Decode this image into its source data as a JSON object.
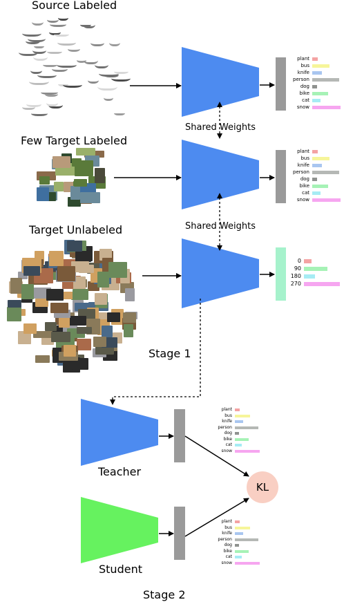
{
  "titles": {
    "source": "Source Labeled",
    "few_target": "Few Target Labeled",
    "target_unlabeled": "Target Unlabeled"
  },
  "shared_weights": [
    "Shared Weights",
    "Shared Weights"
  ],
  "stages": {
    "stage1": "Stage 1",
    "stage2": "Stage 2"
  },
  "networks": {
    "teacher": "Teacher",
    "student": "Student"
  },
  "kl_label": "KL",
  "classes": [
    {
      "name": "plant",
      "value": 0.18,
      "color": "#f4a3a3"
    },
    {
      "name": "bus",
      "value": 0.55,
      "color": "#f6f59a"
    },
    {
      "name": "knife",
      "value": 0.3,
      "color": "#a9c6f0"
    },
    {
      "name": "person",
      "value": 0.85,
      "color": "#b5b8b5"
    },
    {
      "name": "dog",
      "value": 0.15,
      "color": "#8f928f"
    },
    {
      "name": "bike",
      "value": 0.5,
      "color": "#a6f2b6"
    },
    {
      "name": "cat",
      "value": 0.25,
      "color": "#a6ecf4"
    },
    {
      "name": "snow",
      "value": 0.9,
      "color": "#f6a6f0"
    }
  ],
  "rotations": [
    {
      "name": "0",
      "value": 0.22,
      "color": "#f4a3a3"
    },
    {
      "name": "90",
      "value": 0.65,
      "color": "#a6f2b6"
    },
    {
      "name": "180",
      "value": 0.3,
      "color": "#a6ecf4"
    },
    {
      "name": "270",
      "value": 1.0,
      "color": "#f6a6f0"
    }
  ],
  "colors": {
    "shared_net": "#4d8bf0",
    "student_net": "#66f25f",
    "output_bar": "#9a9a9a",
    "rotation_bar": "#a6f2cc",
    "kl_circle": "#f9cfc3"
  }
}
